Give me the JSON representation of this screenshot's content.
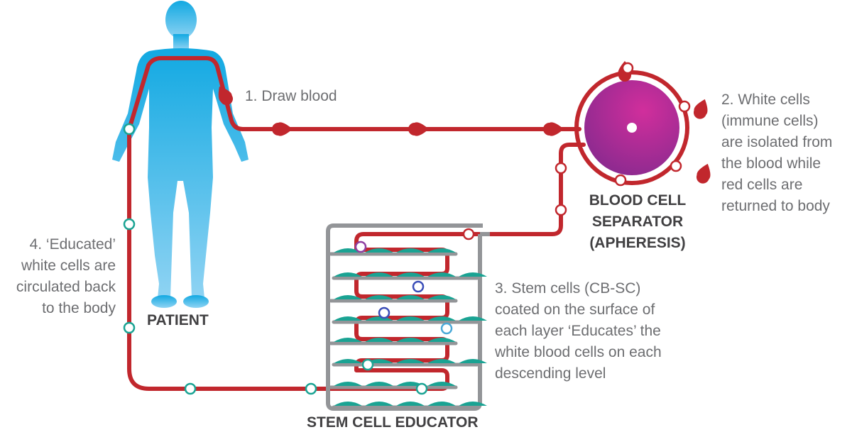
{
  "colors": {
    "blood_line": "#c1272d",
    "patient_top": "#12a9e2",
    "patient_bottom": "#8fd3f3",
    "separator_center": "#d12e9c",
    "separator_edge": "#8a2a8f",
    "tray": "#939598",
    "stem_cells": "#1aa393",
    "marker_green": "#1aa393",
    "marker_red": "#c1272d",
    "marker_purple": "#8e3fa1",
    "marker_blue": "#3a4db8",
    "marker_lightblue": "#4aa9d8",
    "text_gray": "#6d6e71",
    "label_dark": "#414042"
  },
  "icons": {
    "patient": "human-silhouette-icon",
    "blood_drop": "blood-drop-icon",
    "separator": "centrifuge-disc-icon",
    "educator": "stacked-tray-icon"
  },
  "labels": {
    "patient": "PATIENT",
    "separator": [
      "BLOOD CELL",
      "SEPARATOR",
      "(APHERESIS)"
    ],
    "educator": "STEM CELL EDUCATOR"
  },
  "steps": {
    "draw_blood": [
      "1. Draw blood"
    ],
    "white_cells_isolated": [
      "2. White cells",
      "(immune cells)",
      "are isolated from",
      "the blood while",
      "red cells are",
      "returned to body"
    ],
    "stem_cells": [
      "3. Stem cells (CB-SC)",
      "coated on the surface of",
      "each layer ‘Educates’ the",
      "white blood cells on each",
      "descending level"
    ],
    "educated_cells": [
      "4. ‘Educated’",
      "white cells are",
      "circulated back",
      "to the body"
    ]
  }
}
